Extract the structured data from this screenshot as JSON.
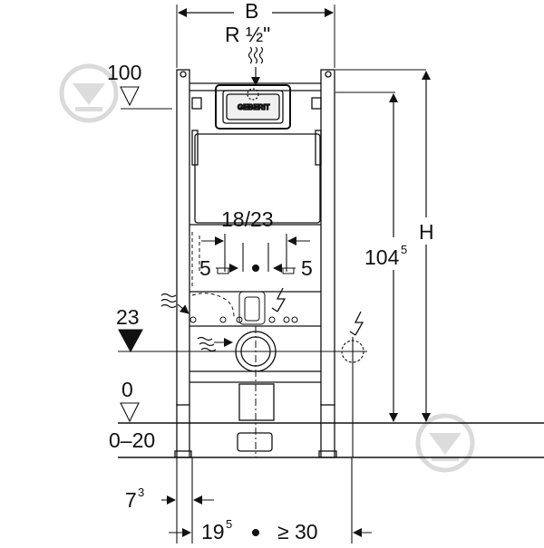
{
  "dimensions": {
    "width": "B",
    "pipe": "R ½\"",
    "height": "H",
    "height_value": "104",
    "height_sup": "5",
    "bolt_spacing": "18/23",
    "left_offset": "5",
    "right_offset": "5",
    "level_100": "100",
    "level_23": "23",
    "level_0": "0",
    "level_range": "0–20",
    "bottom_left_value": "7",
    "bottom_left_sup": "3",
    "bottom_mid_value": "19",
    "bottom_mid_sup": "5",
    "bottom_right": "≥ 30"
  },
  "symbols": {
    "watermark_left": "watermark-logo",
    "watermark_right": "watermark-logo",
    "water_inlet": "water-wave-icon",
    "power": "lightning-icon",
    "drain": "drain-wave-icon"
  }
}
